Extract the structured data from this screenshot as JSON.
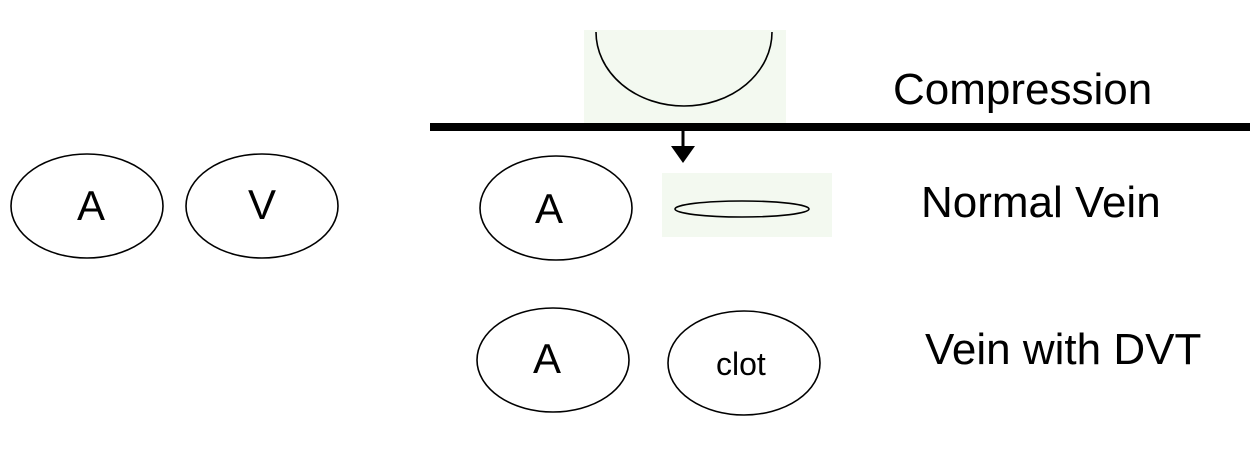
{
  "labels": {
    "compression": "Compression",
    "normal_vein": "Normal Vein",
    "vein_with_dvt": "Vein with DVT"
  },
  "vessels": {
    "artery_letter": "A",
    "vein_letter": "V",
    "clot": "clot"
  },
  "colors": {
    "stroke": "#000000",
    "probe_bg": "#f3f9f0",
    "background": "#ffffff"
  }
}
